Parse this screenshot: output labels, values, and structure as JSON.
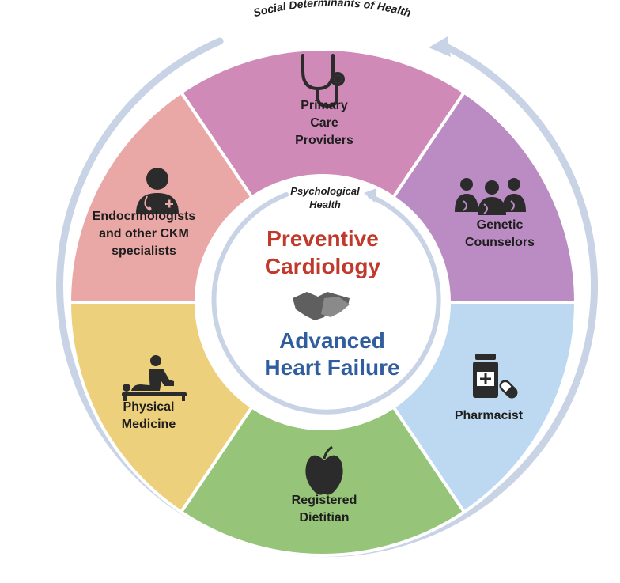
{
  "outer_label": "Social Determinants of Health",
  "inner_label": {
    "line1": "Psychological",
    "line2": "Health"
  },
  "center": {
    "line1": "Preventive",
    "line2": "Cardiology",
    "line3": "Advanced",
    "line4": "Heart Failure",
    "icon": "handshake-icon"
  },
  "segments": [
    {
      "key": "primary-care",
      "lines": [
        "Primary",
        "Care",
        "Providers"
      ],
      "color": "#d08ab8",
      "icon": "stethoscope-icon"
    },
    {
      "key": "genetic",
      "lines": [
        "Genetic",
        "Counselors"
      ],
      "color": "#bb8cc4",
      "icon": "group-dna-icon"
    },
    {
      "key": "pharmacist",
      "lines": [
        "Pharmacist"
      ],
      "color": "#bcd9f1",
      "icon": "pill-bottle-icon"
    },
    {
      "key": "dietitian",
      "lines": [
        "Registered",
        "Dietitian"
      ],
      "color": "#96c478",
      "icon": "apple-icon"
    },
    {
      "key": "physical",
      "lines": [
        "Physical",
        "Medicine"
      ],
      "color": "#edd07c",
      "icon": "physiotherapy-icon"
    },
    {
      "key": "endocrinologists",
      "lines": [
        "Endocrinologists",
        "and other CKM",
        "specialists"
      ],
      "color": "#e9a8a6",
      "icon": "doctor-icon"
    }
  ],
  "colors": {
    "ring_arrow": "#c9d3e6",
    "segment_border": "#ffffff"
  }
}
